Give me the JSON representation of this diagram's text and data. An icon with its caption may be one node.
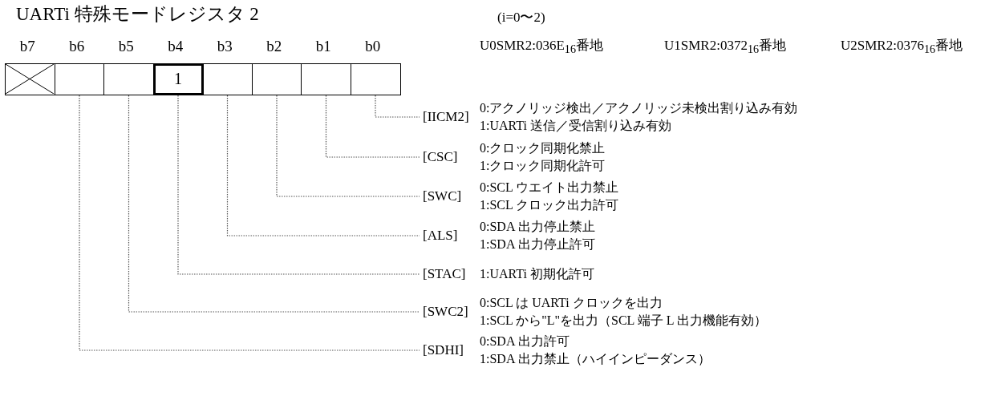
{
  "diagram": {
    "title": "UARTi 特殊モードレジスタ 2",
    "nodes": [
      {
        "text": [],
        "shape": "box",
        "beside": [
          "b7"
        ]
      },
      {
        "text": [],
        "shape": "box",
        "beside": [
          "b6"
        ]
      },
      {
        "text": [],
        "shape": "box",
        "beside": [
          "b5"
        ]
      },
      {
        "text": [
          "1"
        ],
        "beside": [
          "b4"
        ]
      },
      {
        "text": [],
        "shape": "box",
        "beside": [
          "b3"
        ]
      },
      {
        "text": [],
        "shape": "box",
        "beside": [
          "b2"
        ]
      },
      {
        "text": [],
        "shape": "box",
        "beside": [
          "b1"
        ]
      },
      {
        "text": [],
        "shape": "box",
        "beside": [
          "b0"
        ]
      },
      {
        "text": [
          "[IICM2]"
        ],
        "beside": [
          "0:アクノリッジ検出／アクノリッジ未検出割り込み有効",
          "1:UARTi 送信／受信割り込み有効"
        ]
      },
      {
        "text": [
          "[CSC]"
        ],
        "beside": [
          "0:クロック同期化禁止",
          "1:クロック同期化許可"
        ]
      },
      {
        "text": [
          "[SWC]"
        ],
        "beside": [
          "0:SCL ウエイト出力禁止",
          "1:SCL クロック出力許可"
        ]
      },
      {
        "text": [
          "[ALS]"
        ],
        "beside": [
          "0:SDA 出力停止禁止",
          "1:SDA 出力停止許可"
        ]
      },
      {
        "text": [
          "[STAC]"
        ],
        "beside": [
          "1:UARTi 初期化許可"
        ]
      },
      {
        "text": [
          "[SWC2]"
        ],
        "beside": [
          "0:SCL は UARTi クロックを出力",
          "1:SCL から\"L\"を出力（SCL 端子 L 出力機能有効）"
        ]
      },
      {
        "text": [
          "[SDHI]"
        ],
        "beside": [
          "0:SDA 出力許可",
          "1:SDA 出力禁止（ハイインピーダンス）"
        ]
      }
    ],
    "edges": [
      {
        "from": 7,
        "to": 8,
        "arrow": "none"
      },
      {
        "from": 6,
        "to": 9,
        "arrow": "none"
      },
      {
        "from": 5,
        "to": 10,
        "arrow": "none"
      },
      {
        "from": 4,
        "to": 11,
        "arrow": "none"
      },
      {
        "from": 3,
        "to": 12,
        "arrow": "none"
      },
      {
        "from": 2,
        "to": 13,
        "arrow": "none"
      },
      {
        "from": 1,
        "to": 14,
        "arrow": "none"
      }
    ],
    "labels": [
      "(i=0〜2)",
      "U0SMR2:036E$_{16}$番地",
      "U1SMR2:0372$_{16}$番地",
      "U2SMR2:0376$_{16}$番地"
    ]
  }
}
